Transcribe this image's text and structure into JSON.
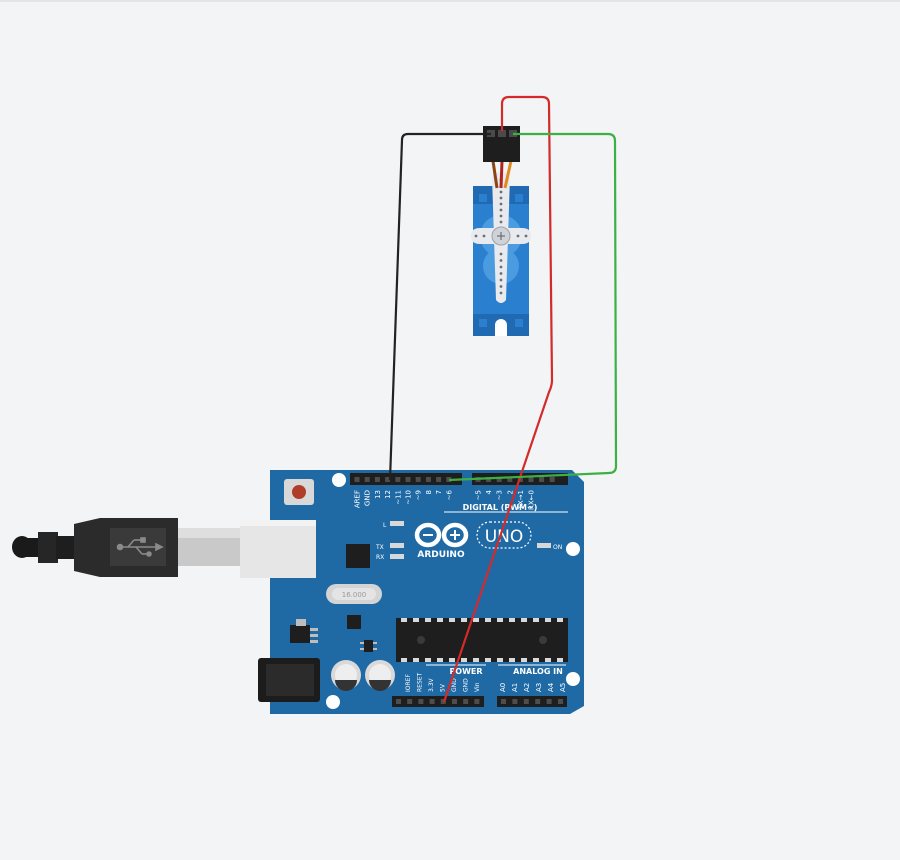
{
  "board": {
    "brand": "ARDUINO",
    "model": "UNO",
    "on_label": "ON",
    "l_label": "L",
    "tx_label": "TX",
    "rx_label": "RX",
    "crystal": "16.000",
    "digital_label": "DIGITAL (PWM~)",
    "power_label": "POWER",
    "analog_label": "ANALOG IN",
    "digital_pins": [
      "AREF",
      "GND",
      "13",
      "12",
      "~11",
      "~10",
      "~9",
      "8",
      "7",
      "~6",
      "~5",
      "4",
      "~3",
      "2",
      "TX→1",
      "RX←0"
    ],
    "power_pins": [
      "IOREF",
      "RESET",
      "3.3V",
      "5V",
      "GND",
      "GND",
      "Vin"
    ],
    "analog_pins": [
      "A0",
      "A1",
      "A2",
      "A3",
      "A4",
      "A5"
    ]
  },
  "wires": {
    "ground": "#222222",
    "power": "#d42a2a",
    "signal": "#3cb043"
  },
  "colors": {
    "board": "#1f6aa5",
    "servo": "#2a7fcf",
    "background": "#f2f4f5"
  }
}
